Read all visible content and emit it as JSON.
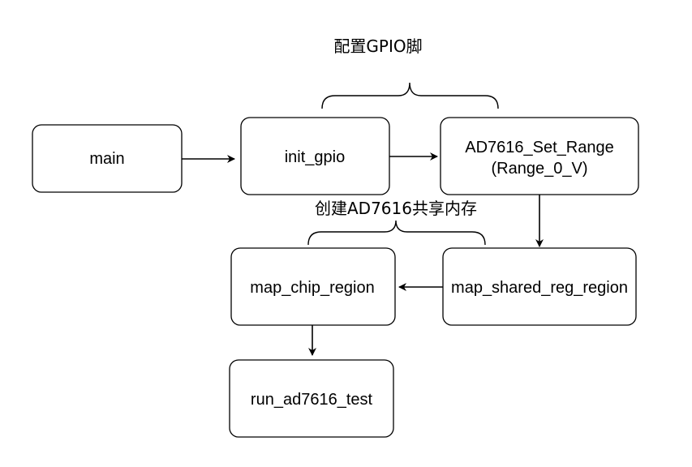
{
  "nodes": {
    "main": "main",
    "init_gpio": "init_gpio",
    "set_range_line1": "AD7616_Set_Range",
    "set_range_line2": "(Range_0_V)",
    "map_chip_region": "map_chip_region",
    "map_shared_reg_region": "map_shared_reg_region",
    "run_test": "run_ad7616_test"
  },
  "groups": {
    "gpio_config": "配置GPIO脚",
    "shared_memory": "创建AD7616共享内存"
  },
  "edges": [
    {
      "from": "main",
      "to": "init_gpio"
    },
    {
      "from": "init_gpio",
      "to": "AD7616_Set_Range"
    },
    {
      "from": "AD7616_Set_Range",
      "to": "map_shared_reg_region"
    },
    {
      "from": "map_shared_reg_region",
      "to": "map_chip_region"
    },
    {
      "from": "map_chip_region",
      "to": "run_ad7616_test"
    }
  ]
}
